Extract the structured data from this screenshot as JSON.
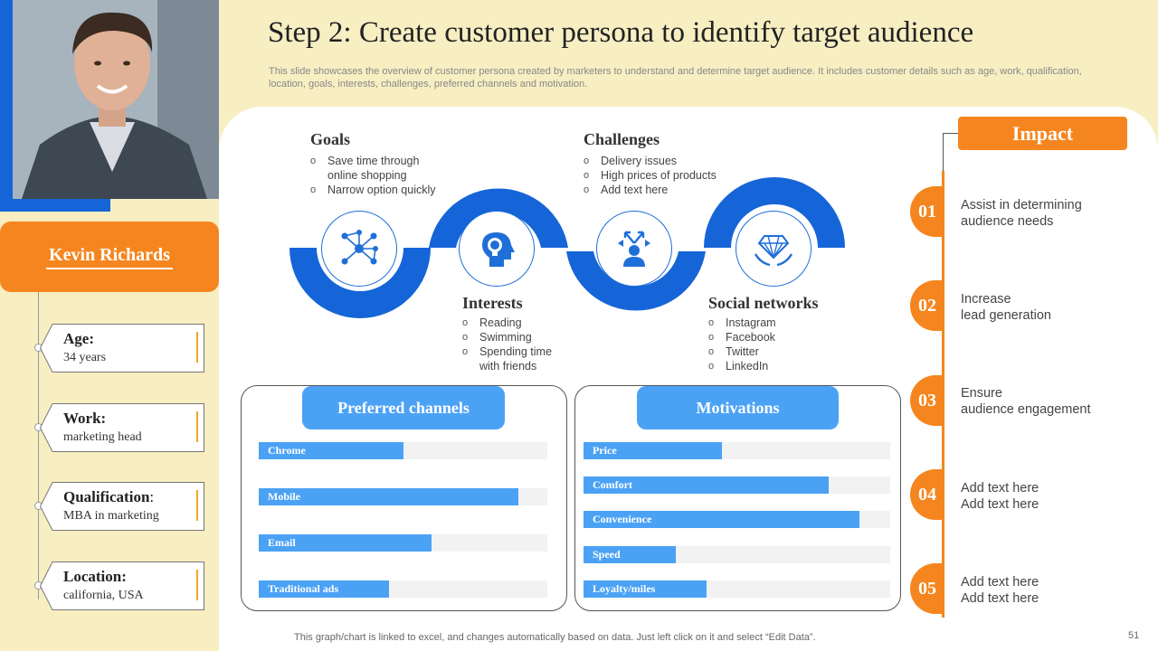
{
  "header": {
    "title": "Step 2: Create customer persona to identify target audience",
    "subtitle": "This slide showcases the overview of customer persona created by marketers to understand and determine target audience. It includes customer details such as age, work, qualification, location, goals, interests, challenges, preferred channels and motivation."
  },
  "persona": {
    "name": "Kevin Richards",
    "details": [
      {
        "label": "Age:",
        "value": "34 years"
      },
      {
        "label": "Work:",
        "value": "marketing head"
      },
      {
        "label": "Qualification",
        "colon": ":",
        "value": "MBA in marketing"
      },
      {
        "label": "Location:",
        "value": "california, USA"
      }
    ]
  },
  "sections": {
    "goals": {
      "title": "Goals",
      "items": [
        "Save time through",
        "online shopping",
        "Narrow option quickly"
      ]
    },
    "challenges": {
      "title": "Challenges",
      "items": [
        "Delivery issues",
        "High prices of products",
        "Add text here"
      ]
    },
    "interests": {
      "title": "Interests",
      "items": [
        "Reading",
        "Swimming",
        "Spending time",
        "with friends"
      ]
    },
    "social": {
      "title": "Social networks",
      "items": [
        "Instagram",
        "Facebook",
        "Twitter",
        "LinkedIn"
      ]
    }
  },
  "chart_data": [
    {
      "type": "bar",
      "title": "Preferred channels",
      "categories": [
        "Chrome",
        "Mobile",
        "Email",
        "Traditional ads"
      ],
      "values": [
        50,
        90,
        60,
        45
      ],
      "ylim": [
        0,
        100
      ]
    },
    {
      "type": "bar",
      "title": "Motivations",
      "categories": [
        "Price",
        "Comfort",
        "Convenience",
        "Speed",
        "Loyalty/miles"
      ],
      "values": [
        45,
        80,
        90,
        30,
        40
      ],
      "ylim": [
        0,
        100
      ]
    }
  ],
  "impact": {
    "title": "Impact",
    "items": [
      {
        "num": "01",
        "lines": [
          "Assist in determining",
          "audience needs"
        ]
      },
      {
        "num": "02",
        "lines": [
          "Increase",
          "lead generation"
        ]
      },
      {
        "num": "03",
        "lines": [
          "Ensure",
          "audience engagement"
        ]
      },
      {
        "num": "04",
        "lines": [
          "Add text here",
          "Add text here"
        ]
      },
      {
        "num": "05",
        "lines": [
          "Add text here",
          "Add text here"
        ]
      }
    ]
  },
  "footer": {
    "note": "This graph/chart is linked to excel,  and changes automatically based on data. Just left click on it and select “Edit Data”.",
    "page_number": "51"
  },
  "colors": {
    "accent_orange": "#f5861f",
    "accent_blue": "#1565d8",
    "bar_blue": "#4ba2f5",
    "background": "#f7eec2"
  },
  "icons": {
    "goals": "network-icon",
    "interests": "head-bulb-icon",
    "challenges": "person-arrows-icon",
    "social": "diamond-hands-icon"
  }
}
